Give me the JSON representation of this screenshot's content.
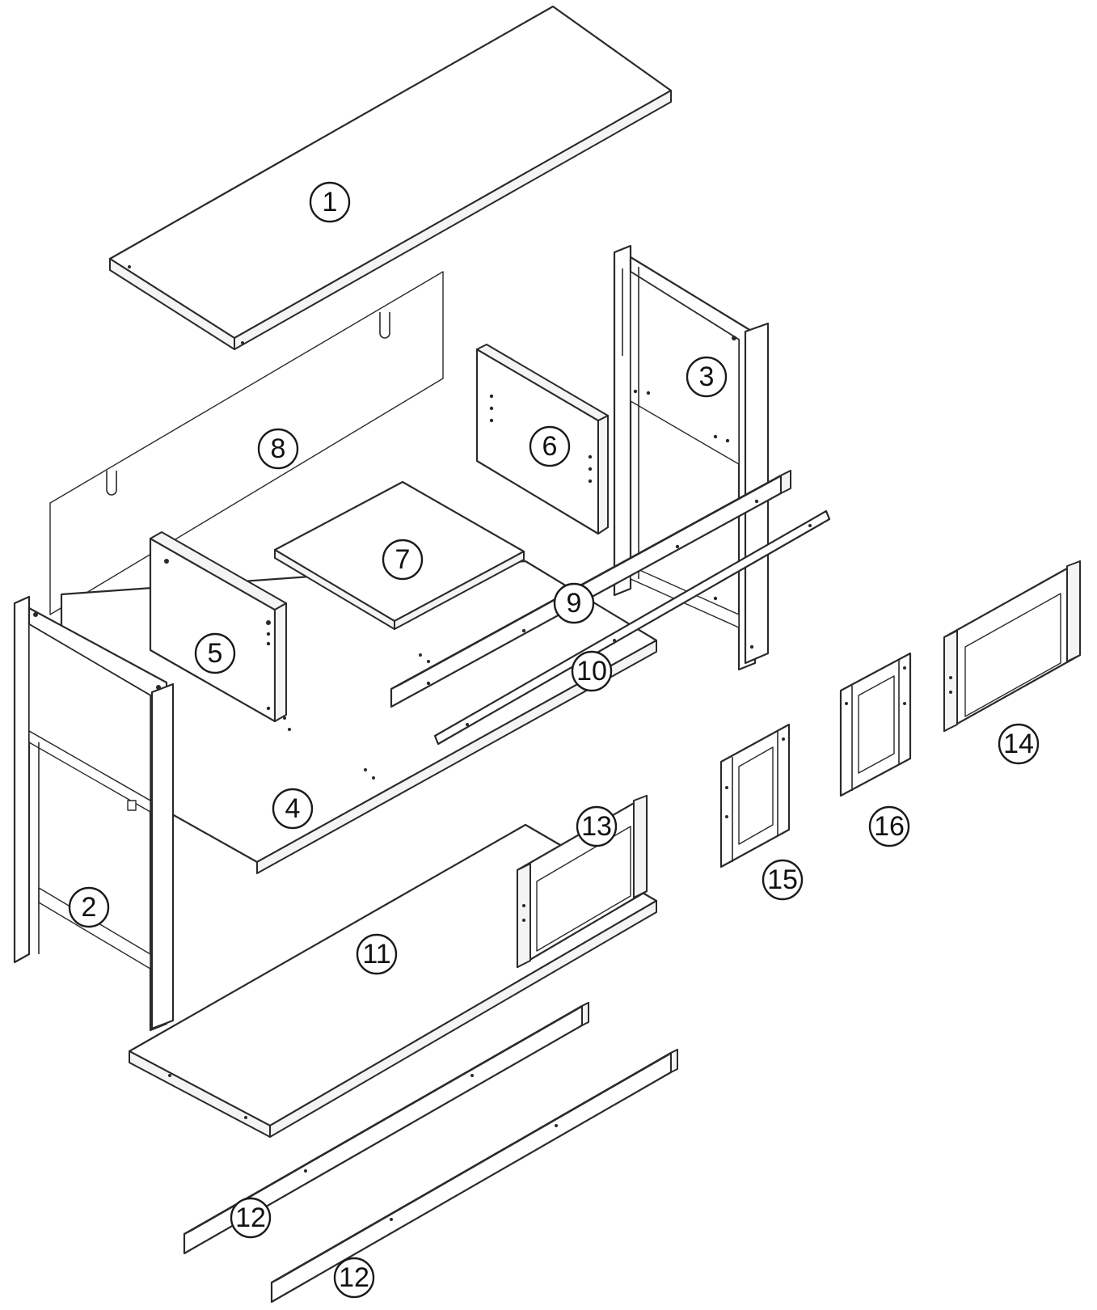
{
  "diagram": {
    "type": "exploded-assembly-view",
    "part_labels": [
      "1",
      "2",
      "3",
      "4",
      "5",
      "6",
      "7",
      "8",
      "9",
      "10",
      "11",
      "12",
      "12",
      "13",
      "14",
      "15",
      "16"
    ],
    "colors": {
      "stroke": "#2a2a2a",
      "fill": "#ffffff",
      "mesh": "#3a3a3a"
    }
  }
}
